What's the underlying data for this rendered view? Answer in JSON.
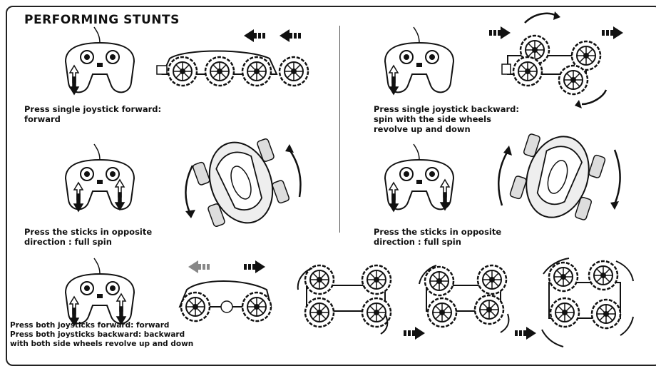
{
  "title": "PERFORMING STUNTS",
  "captions": {
    "forward": "Press single joystick forward:\nforward",
    "backward_spin": "Press single joystick backward:\nspin with the side wheels\nrevolve up and down",
    "full_spin_left": "Press the sticks in opposite\ndirection : full spin",
    "full_spin_right": "Press the sticks in opposite\ndirection : full spin",
    "both": "Press both joysticks forward: forward\nPress both joysticks backward: backward\nwith both side wheels revolve up and down"
  },
  "icons": [
    "remote-control-icon",
    "stunt-car-icon",
    "direction-arrow-icon",
    "rotation-arrow-icon"
  ]
}
